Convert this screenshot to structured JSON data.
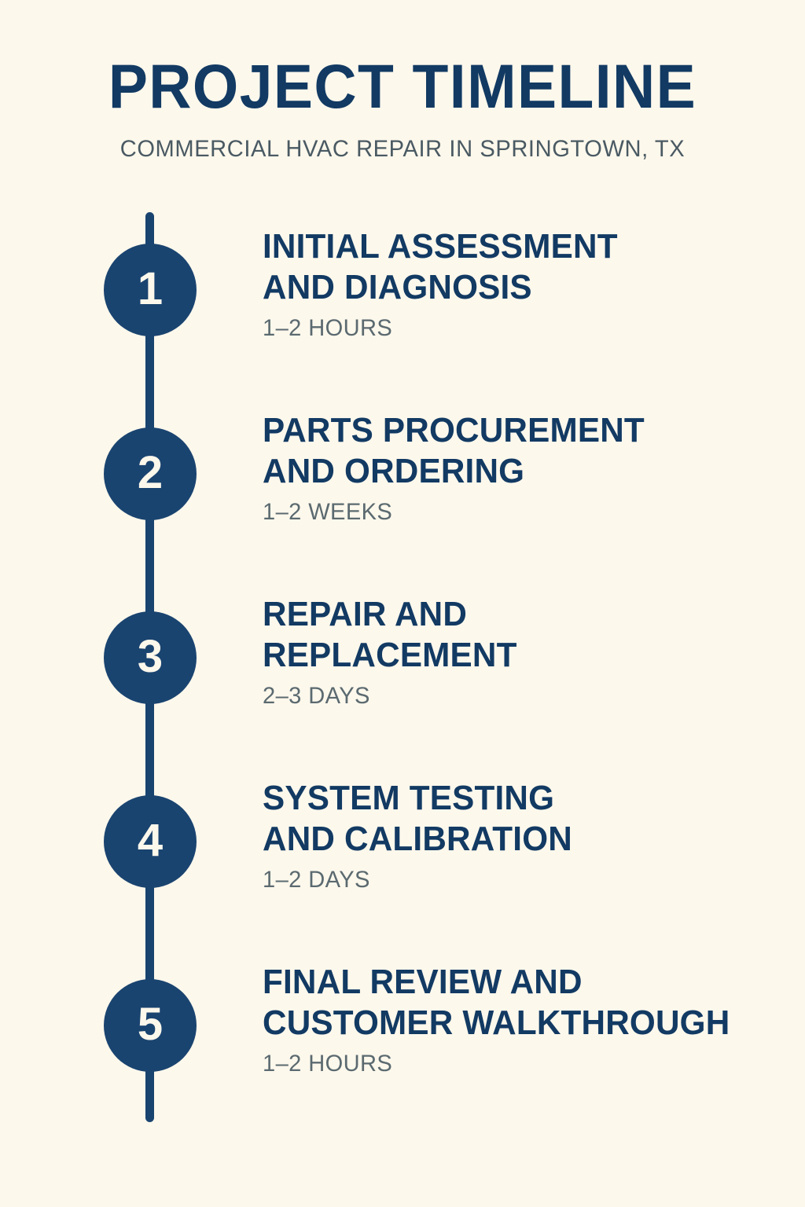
{
  "header": {
    "title": "PROJECT TIMELINE",
    "subtitle": "COMMERCIAL HVAC REPAIR IN SPRINGTOWN, TX"
  },
  "theme": {
    "background": "#FDF8EC",
    "navy": "#1A4470",
    "heading_navy": "#123A63",
    "muted_text": "#5B6A70",
    "subtitle_text": "#4A5A63"
  },
  "timeline": {
    "steps": [
      {
        "number": "1",
        "title": "INITIAL ASSESSMENT\nAND DIAGNOSIS",
        "duration": "1–2 HOURS"
      },
      {
        "number": "2",
        "title": "PARTS PROCUREMENT\nAND ORDERING",
        "duration": "1–2 WEEKS"
      },
      {
        "number": "3",
        "title": "REPAIR AND\nREPLACEMENT",
        "duration": "2–3 DAYS"
      },
      {
        "number": "4",
        "title": "SYSTEM TESTING\nAND CALIBRATION",
        "duration": "1–2 DAYS"
      },
      {
        "number": "5",
        "title": "FINAL REVIEW AND\nCUSTOMER WALKTHROUGH",
        "duration": "1–2 HOURS"
      }
    ]
  }
}
